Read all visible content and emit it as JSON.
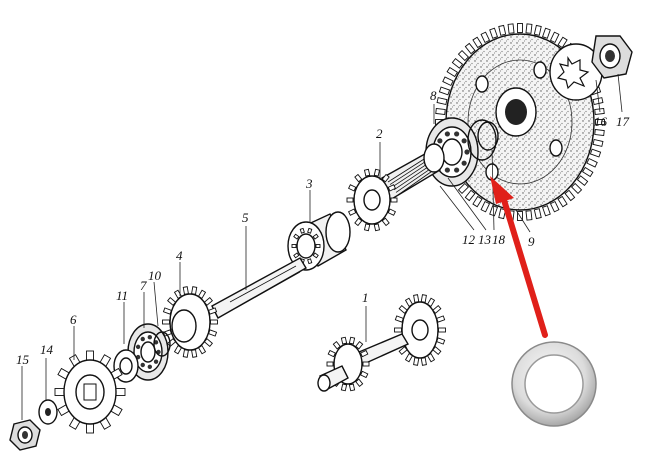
{
  "diagram": {
    "part_labels": {
      "p1": "1",
      "p2": "2",
      "p3": "3",
      "p4": "4",
      "p5": "5",
      "p6": "6",
      "p7": "7",
      "p8": "8",
      "p9": "9",
      "p10": "10",
      "p11": "11",
      "p12": "12",
      "p13": "13",
      "p14": "14",
      "p15": "15",
      "p16": "16",
      "p17": "17",
      "p18": "18"
    },
    "colors": {
      "ink": "#111111",
      "arrow": "#e0201a",
      "washer_fill": "#e6e6e6",
      "washer_edge": "#8a8a8a"
    },
    "icons": {
      "arrow": "red-arrow-icon",
      "washer": "washer-photo-icon"
    }
  }
}
